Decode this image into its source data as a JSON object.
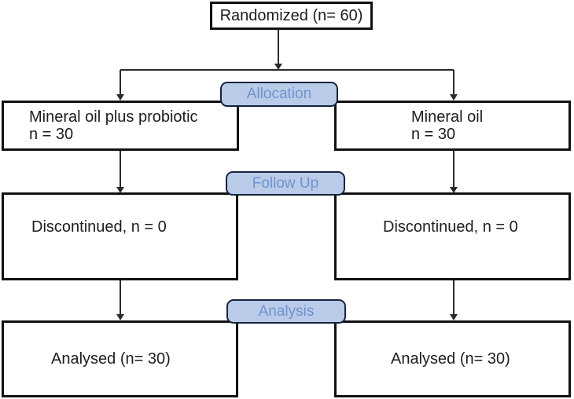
{
  "diagram": {
    "type": "consort-flow",
    "randomized_label": "Randomized (n= 60)",
    "stages": [
      {
        "label": "Allocation",
        "left": {
          "lines": [
            "Mineral oil plus probiotic",
            "n = 30"
          ]
        },
        "right": {
          "lines": [
            "Mineral oil",
            "n = 30"
          ]
        }
      },
      {
        "label": "Follow Up",
        "left": {
          "lines": [
            "Discontinued, n = 0"
          ]
        },
        "right": {
          "lines": [
            "Discontinued, n = 0"
          ]
        }
      },
      {
        "label": "Analysis",
        "left": {
          "lines": [
            "Analysed (n= 30)"
          ]
        },
        "right": {
          "lines": [
            "Analysed (n= 30)"
          ]
        }
      }
    ],
    "colors": {
      "pill_fill": "#b9cbe9",
      "pill_border": "#16233f",
      "pill_text": "#6f93cd",
      "box_border": "#111111",
      "text": "#1d1d1d",
      "line": "#2b2b2b",
      "bg": "#ffffff"
    }
  }
}
